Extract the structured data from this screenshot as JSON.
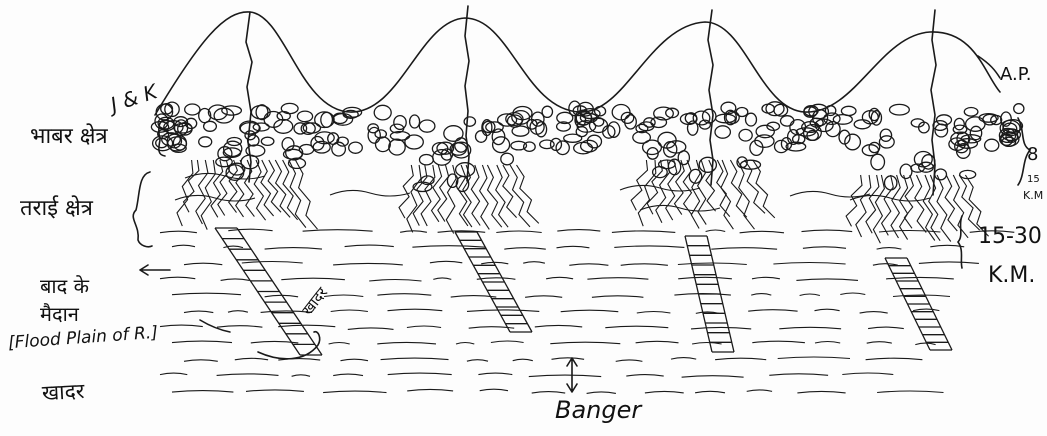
{
  "labels": {
    "jk": "J & K",
    "bhabar": "भाबर क्षेत्र",
    "terai": "तराई क्षेत्र",
    "badke": "बाद के",
    "maidan": "मैदान",
    "flood_plain": "[Flood Plain of R.]",
    "khadar": "खादर",
    "khadar_inline": "खादर",
    "banger": "Banger",
    "ap": "A.P.",
    "dist_bhabar_8": "8",
    "dist_bhabar_15": "15",
    "dist_bhabar_km": "K.M",
    "dist_terai": "15-30",
    "dist_terai_km": "K.M."
  },
  "colors": {
    "ink": "#1a1a1a",
    "paper": "#fdfdfd"
  }
}
